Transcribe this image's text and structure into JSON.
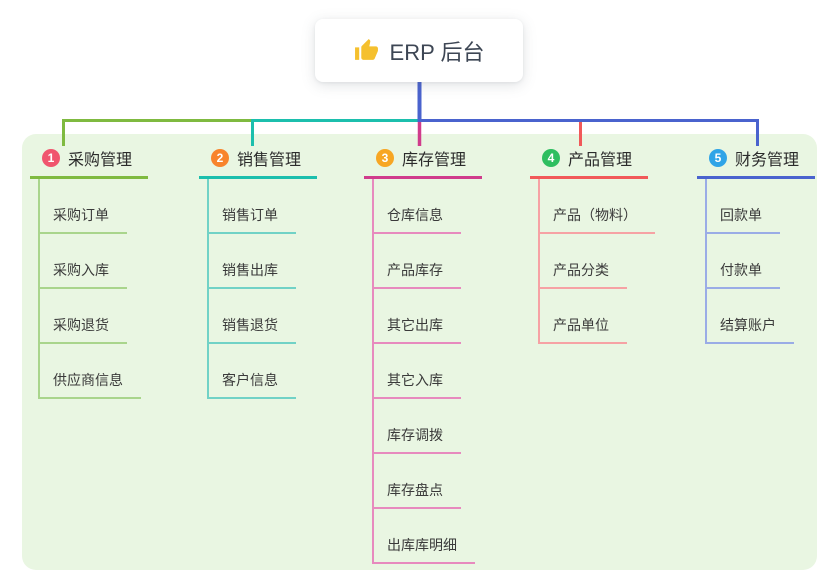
{
  "root": {
    "title": "ERP 后台",
    "icon": "thumbs-up-icon",
    "icon_color": "#F5C02E",
    "box_bg": "#ffffff",
    "stem_color": "#4A63CE"
  },
  "panel": {
    "bg": "#E9F6E2"
  },
  "branches": [
    {
      "num": "1",
      "label": "采购管理",
      "line_color": "#7FBA40",
      "sub_line_color": "#A9D58C",
      "badge_color": "#F0556E",
      "items": [
        "采购订单",
        "采购入库",
        "采购退货",
        "供应商信息"
      ]
    },
    {
      "num": "2",
      "label": "销售管理",
      "line_color": "#1CBFAD",
      "sub_line_color": "#71D2C6",
      "badge_color": "#F8842C",
      "items": [
        "销售订单",
        "销售出库",
        "销售退货",
        "客户信息"
      ]
    },
    {
      "num": "3",
      "label": "库存管理",
      "line_color": "#D03C8C",
      "sub_line_color": "#E78ABE",
      "badge_color": "#F7A623",
      "items": [
        "仓库信息",
        "产品库存",
        "其它出库",
        "其它入库",
        "库存调拨",
        "库存盘点",
        "出库库明细"
      ]
    },
    {
      "num": "4",
      "label": "产品管理",
      "line_color": "#F15959",
      "sub_line_color": "#F6A2A4",
      "badge_color": "#2EBE60",
      "items": [
        "产品（物料）",
        "产品分类",
        "产品单位"
      ]
    },
    {
      "num": "5",
      "label": "财务管理",
      "line_color": "#4A63CE",
      "sub_line_color": "#9AACE6",
      "badge_color": "#2FA4E7",
      "items": [
        "回款单",
        "付款单",
        "结算账户"
      ]
    }
  ]
}
